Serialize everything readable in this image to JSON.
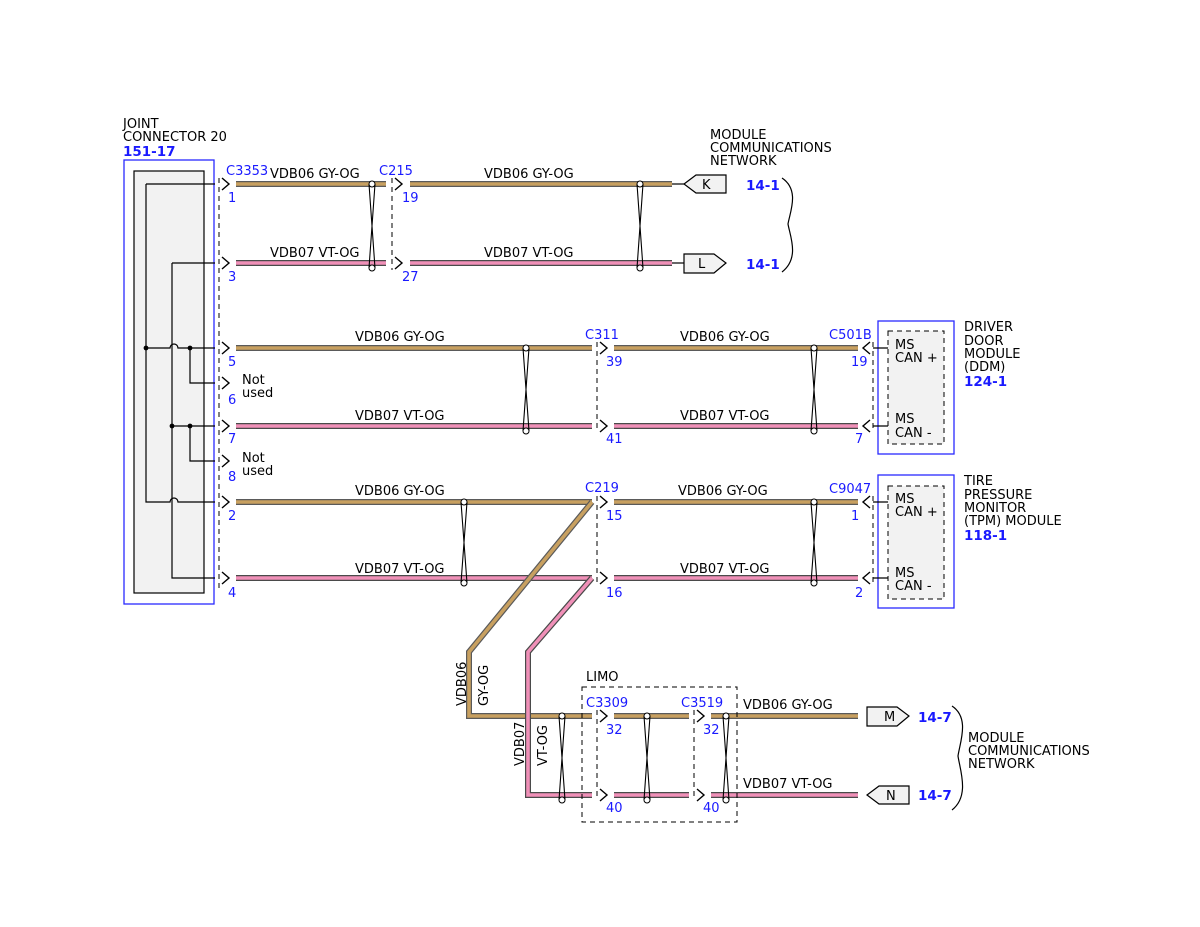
{
  "joint": {
    "name_line1": "JOINT",
    "name_line2": "CONNECTOR 20",
    "ref": "151-17"
  },
  "connectors": {
    "c3353": "C3353",
    "c215": "C215",
    "c311": "C311",
    "c501b": "C501B",
    "c219": "C219",
    "c9047": "C9047",
    "c3309": "C3309",
    "c3519": "C3519"
  },
  "pins": {
    "jc_1": "1",
    "jc_3": "3",
    "jc_5": "5",
    "jc_6": "6",
    "jc_7": "7",
    "jc_8": "8",
    "jc_2": "2",
    "jc_4": "4",
    "c215_19": "19",
    "c215_27": "27",
    "c311_39": "39",
    "c311_41": "41",
    "c501b_19": "19",
    "c501b_7": "7",
    "c219_15": "15",
    "c219_16": "16",
    "c9047_1": "1",
    "c9047_2": "2",
    "c3309_32": "32",
    "c3309_40": "40",
    "c3519_32": "32",
    "c3519_40": "40"
  },
  "not_used": {
    "line1": "Not",
    "line2": "used"
  },
  "wires": {
    "hi": "VDB06  GY-OG",
    "lo": "VDB07  VT-OG",
    "hi_circuit": "VDB06",
    "hi_color": "GY-OG",
    "lo_circuit": "VDB07",
    "lo_color": "VT-OG"
  },
  "network_top": {
    "line1": "MODULE",
    "line2": "COMMUNICATIONS",
    "line3": "NETWORK",
    "tag_k": "K",
    "tag_l": "L",
    "ref_k": "14-1",
    "ref_l": "14-1"
  },
  "network_bottom": {
    "line1": "MODULE",
    "line2": "COMMUNICATIONS",
    "line3": "NETWORK",
    "tag_m": "M",
    "tag_n": "N",
    "ref_m": "14-7",
    "ref_n": "14-7"
  },
  "ddm": {
    "line1": "DRIVER",
    "line2": "DOOR",
    "line3": "MODULE",
    "line4": "(DDM)",
    "ref": "124-1",
    "hi_ms": "MS",
    "hi_can": "CAN +",
    "lo_ms": "MS",
    "lo_can": "CAN -"
  },
  "tpm": {
    "line1": "TIRE",
    "line2": "PRESSURE",
    "line3": "MONITOR",
    "line4": "(TPM) MODULE",
    "ref": "118-1",
    "hi_ms": "MS",
    "hi_can": "CAN +",
    "lo_ms": "MS",
    "lo_can": "CAN -"
  },
  "limo": {
    "label": "LIMO"
  },
  "colors": {
    "gy_og_core": "#c8a060",
    "gy_og_edge": "#5a5a5a",
    "vt_og_core": "#f090b8",
    "vt_og_edge": "#4a4a4a",
    "accent_blue": "#1a1aff",
    "box_blue": "#2a2aff",
    "module_fill": "#f2f2f2"
  }
}
